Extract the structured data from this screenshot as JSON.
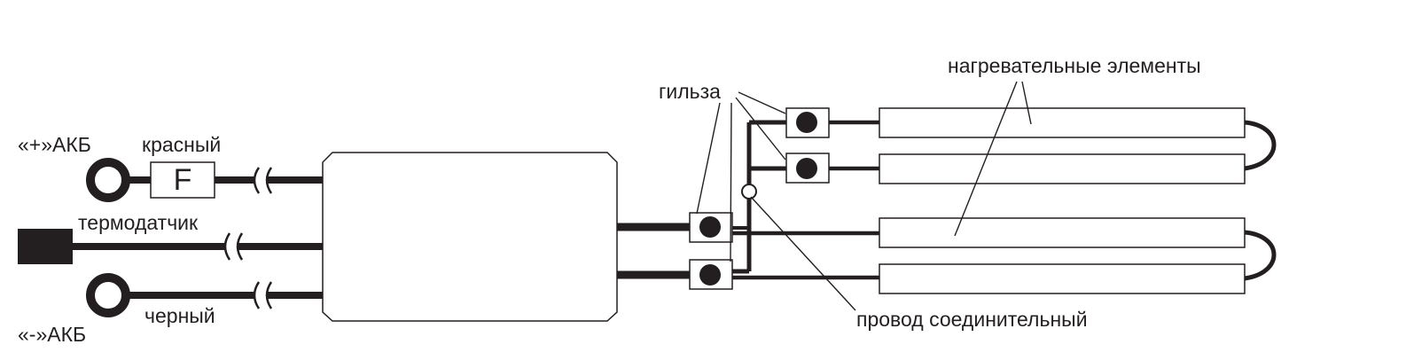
{
  "labels": {
    "battery_plus": "«+»АКБ",
    "red_wire": "красный",
    "fuse": "F",
    "thermosensor": "термодатчик",
    "black_wire": "черный",
    "battery_minus": "«-»АКБ",
    "sleeve": "гильза",
    "heating_elements": "нагревательные элементы",
    "connecting_wire": "провод соединительный"
  },
  "colors": {
    "ink": "#231f20",
    "background": "#ffffff"
  }
}
